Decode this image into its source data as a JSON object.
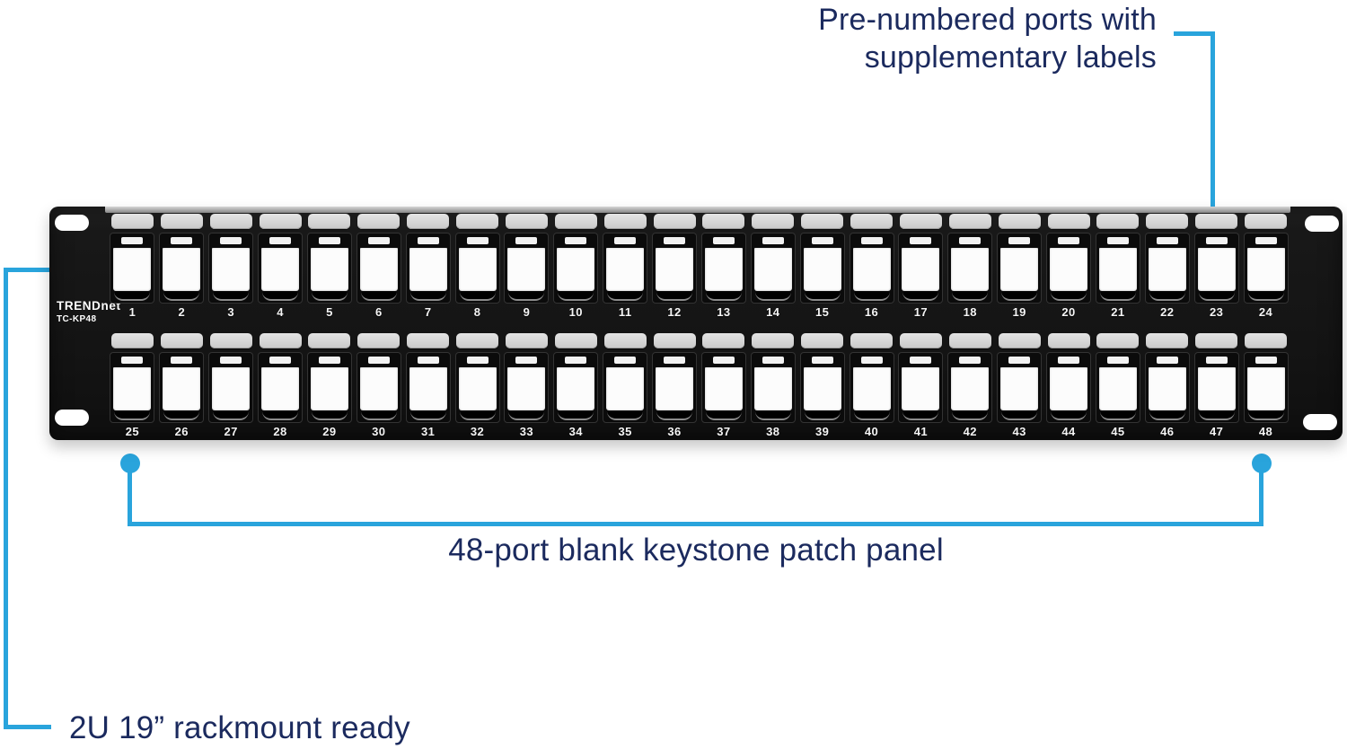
{
  "colors": {
    "annotation_blue": "#29a4dc",
    "annotation_text": "#1b2a5e",
    "panel_black": "#161616",
    "label_strip": "#d9d9d9",
    "port_white": "#fcfcfc",
    "port_number_text": "#f5f5f5"
  },
  "panel": {
    "brand": "TRENDnet",
    "model": "TC-KP48",
    "top_row_ports": [
      "1",
      "2",
      "3",
      "4",
      "5",
      "6",
      "7",
      "8",
      "9",
      "10",
      "11",
      "12",
      "13",
      "14",
      "15",
      "16",
      "17",
      "18",
      "19",
      "20",
      "21",
      "22",
      "23",
      "24"
    ],
    "bottom_row_ports": [
      "25",
      "26",
      "27",
      "28",
      "29",
      "30",
      "31",
      "32",
      "33",
      "34",
      "35",
      "36",
      "37",
      "38",
      "39",
      "40",
      "41",
      "42",
      "43",
      "44",
      "45",
      "46",
      "47",
      "48"
    ]
  },
  "annotations": {
    "pre_numbered": {
      "line1": "Pre-numbered ports with",
      "line2": "supplementary labels"
    },
    "keystone": {
      "label": "48-port blank keystone patch panel"
    },
    "rackmount": {
      "label": "2U 19” rackmount ready"
    }
  }
}
